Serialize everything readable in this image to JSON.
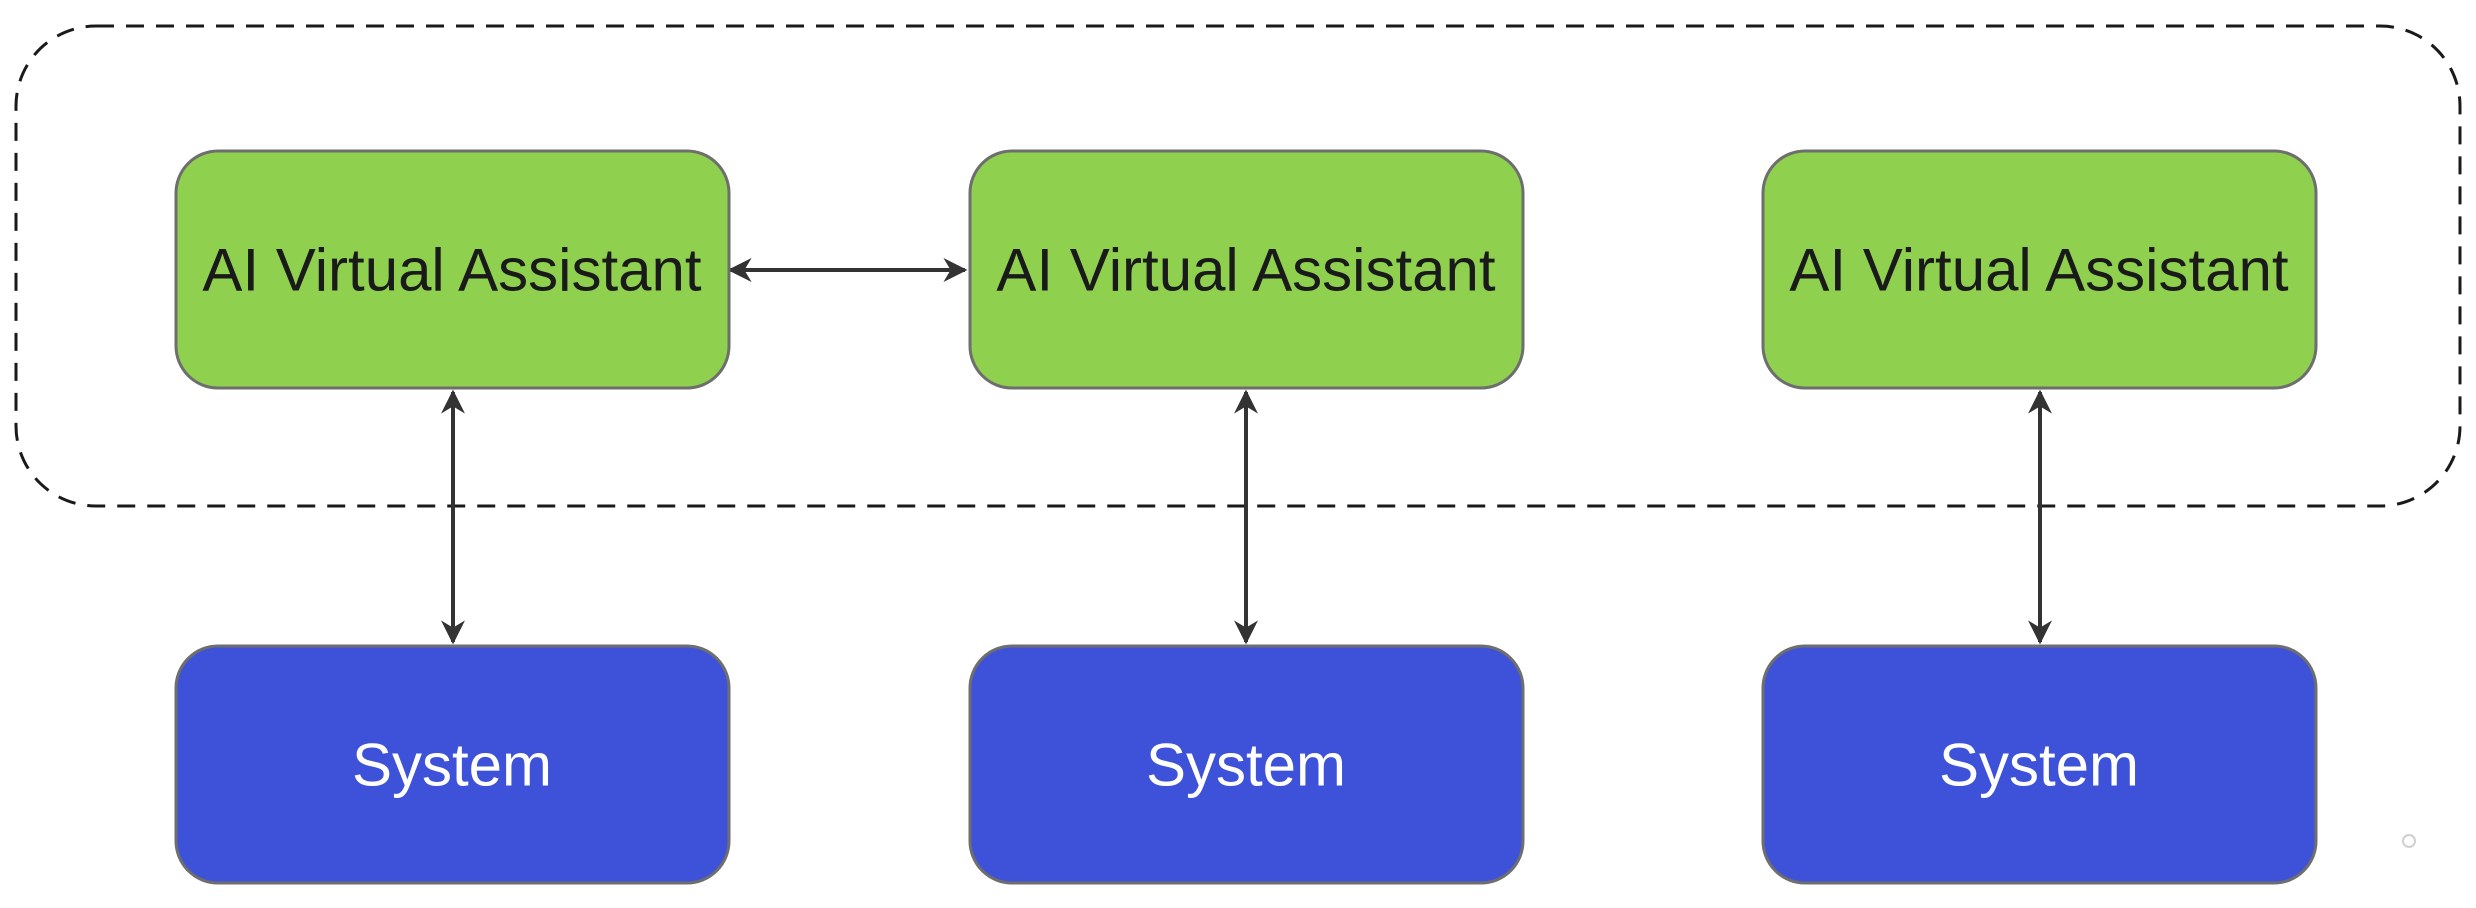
{
  "colors": {
    "assistant_fill": "#8fd14f",
    "system_fill": "#3d52d9",
    "box_stroke": "#6e6e6e",
    "arrow": "#333333",
    "group_border": "#1a1a1a",
    "assistant_text": "#1a1a1a",
    "system_text": "#ffffff"
  },
  "assistants": [
    {
      "label": "AI Virtual Assistant"
    },
    {
      "label": "AI Virtual Assistant"
    },
    {
      "label": "AI Virtual Assistant"
    }
  ],
  "systems": [
    {
      "label": "System"
    },
    {
      "label": "System"
    },
    {
      "label": "System"
    }
  ],
  "connections": [
    {
      "from": "assistant-1",
      "to": "assistant-2",
      "direction": "bidirectional"
    },
    {
      "from": "assistant-1",
      "to": "system-1",
      "direction": "bidirectional"
    },
    {
      "from": "assistant-2",
      "to": "system-2",
      "direction": "bidirectional"
    },
    {
      "from": "assistant-3",
      "to": "system-3",
      "direction": "bidirectional"
    }
  ]
}
